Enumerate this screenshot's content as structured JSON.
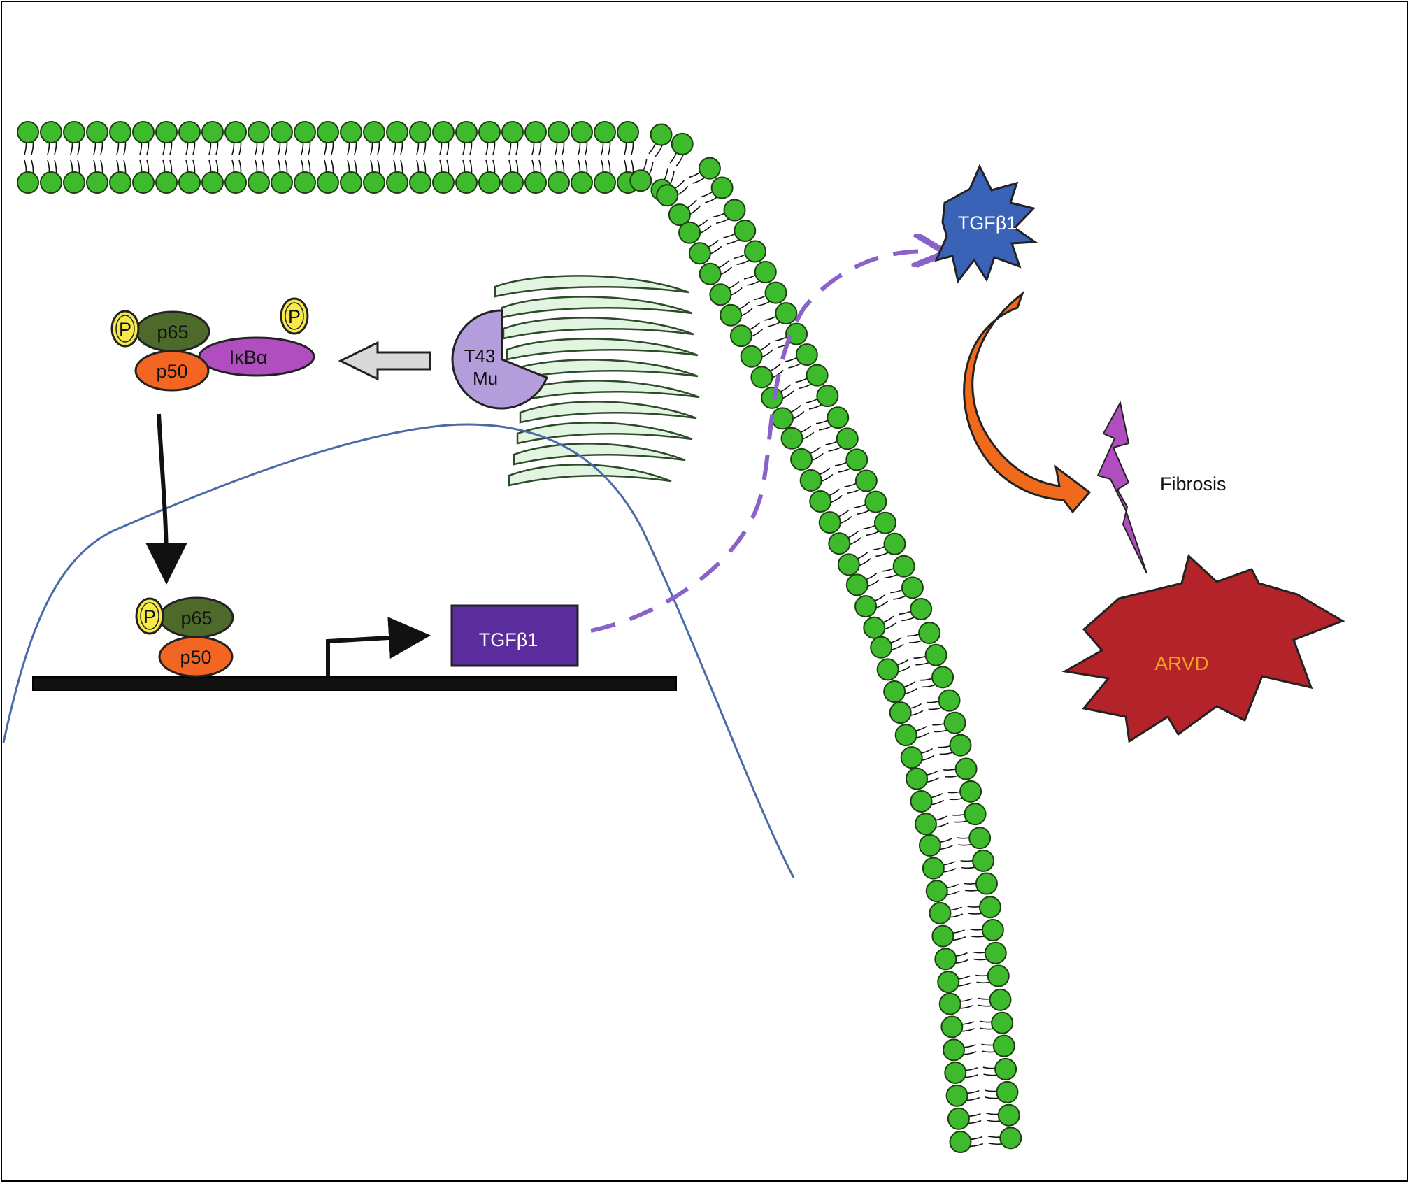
{
  "labels": {
    "p_left_top": "P",
    "p_right_top": "P",
    "p65_top": "p65",
    "p50_top": "p50",
    "ikba": "IκBα",
    "tmem43_line1": "T43",
    "tmem43_line2": "Mu",
    "p_bottom": "P",
    "p65_bottom": "p65",
    "p50_bottom": "p50",
    "tgfb1_gene": "TGFβ1",
    "tgfb1_secreted": "TGFβ1",
    "fibrosis": "Fibrosis",
    "arvd": "ARVD"
  },
  "colors": {
    "phospho": "#f7e94a",
    "p65": "#4d6a2b",
    "p50": "#f26522",
    "ikba": "#b04ec0",
    "tmem43": "#b39ddb",
    "er": "#e1f5e0",
    "membrane_head": "#3dbb2d",
    "nucleus_line": "#4a6aa8",
    "tgfb1_box": "#5b2d9c",
    "tgfb1_star": "#3a63b8",
    "dashed_arrow": "#8a63c9",
    "curved_arrow": "#f06a1e",
    "lightning": "#b04ec0",
    "arvd_burst": "#b5232a",
    "arvd_text": "#f2a31b"
  }
}
